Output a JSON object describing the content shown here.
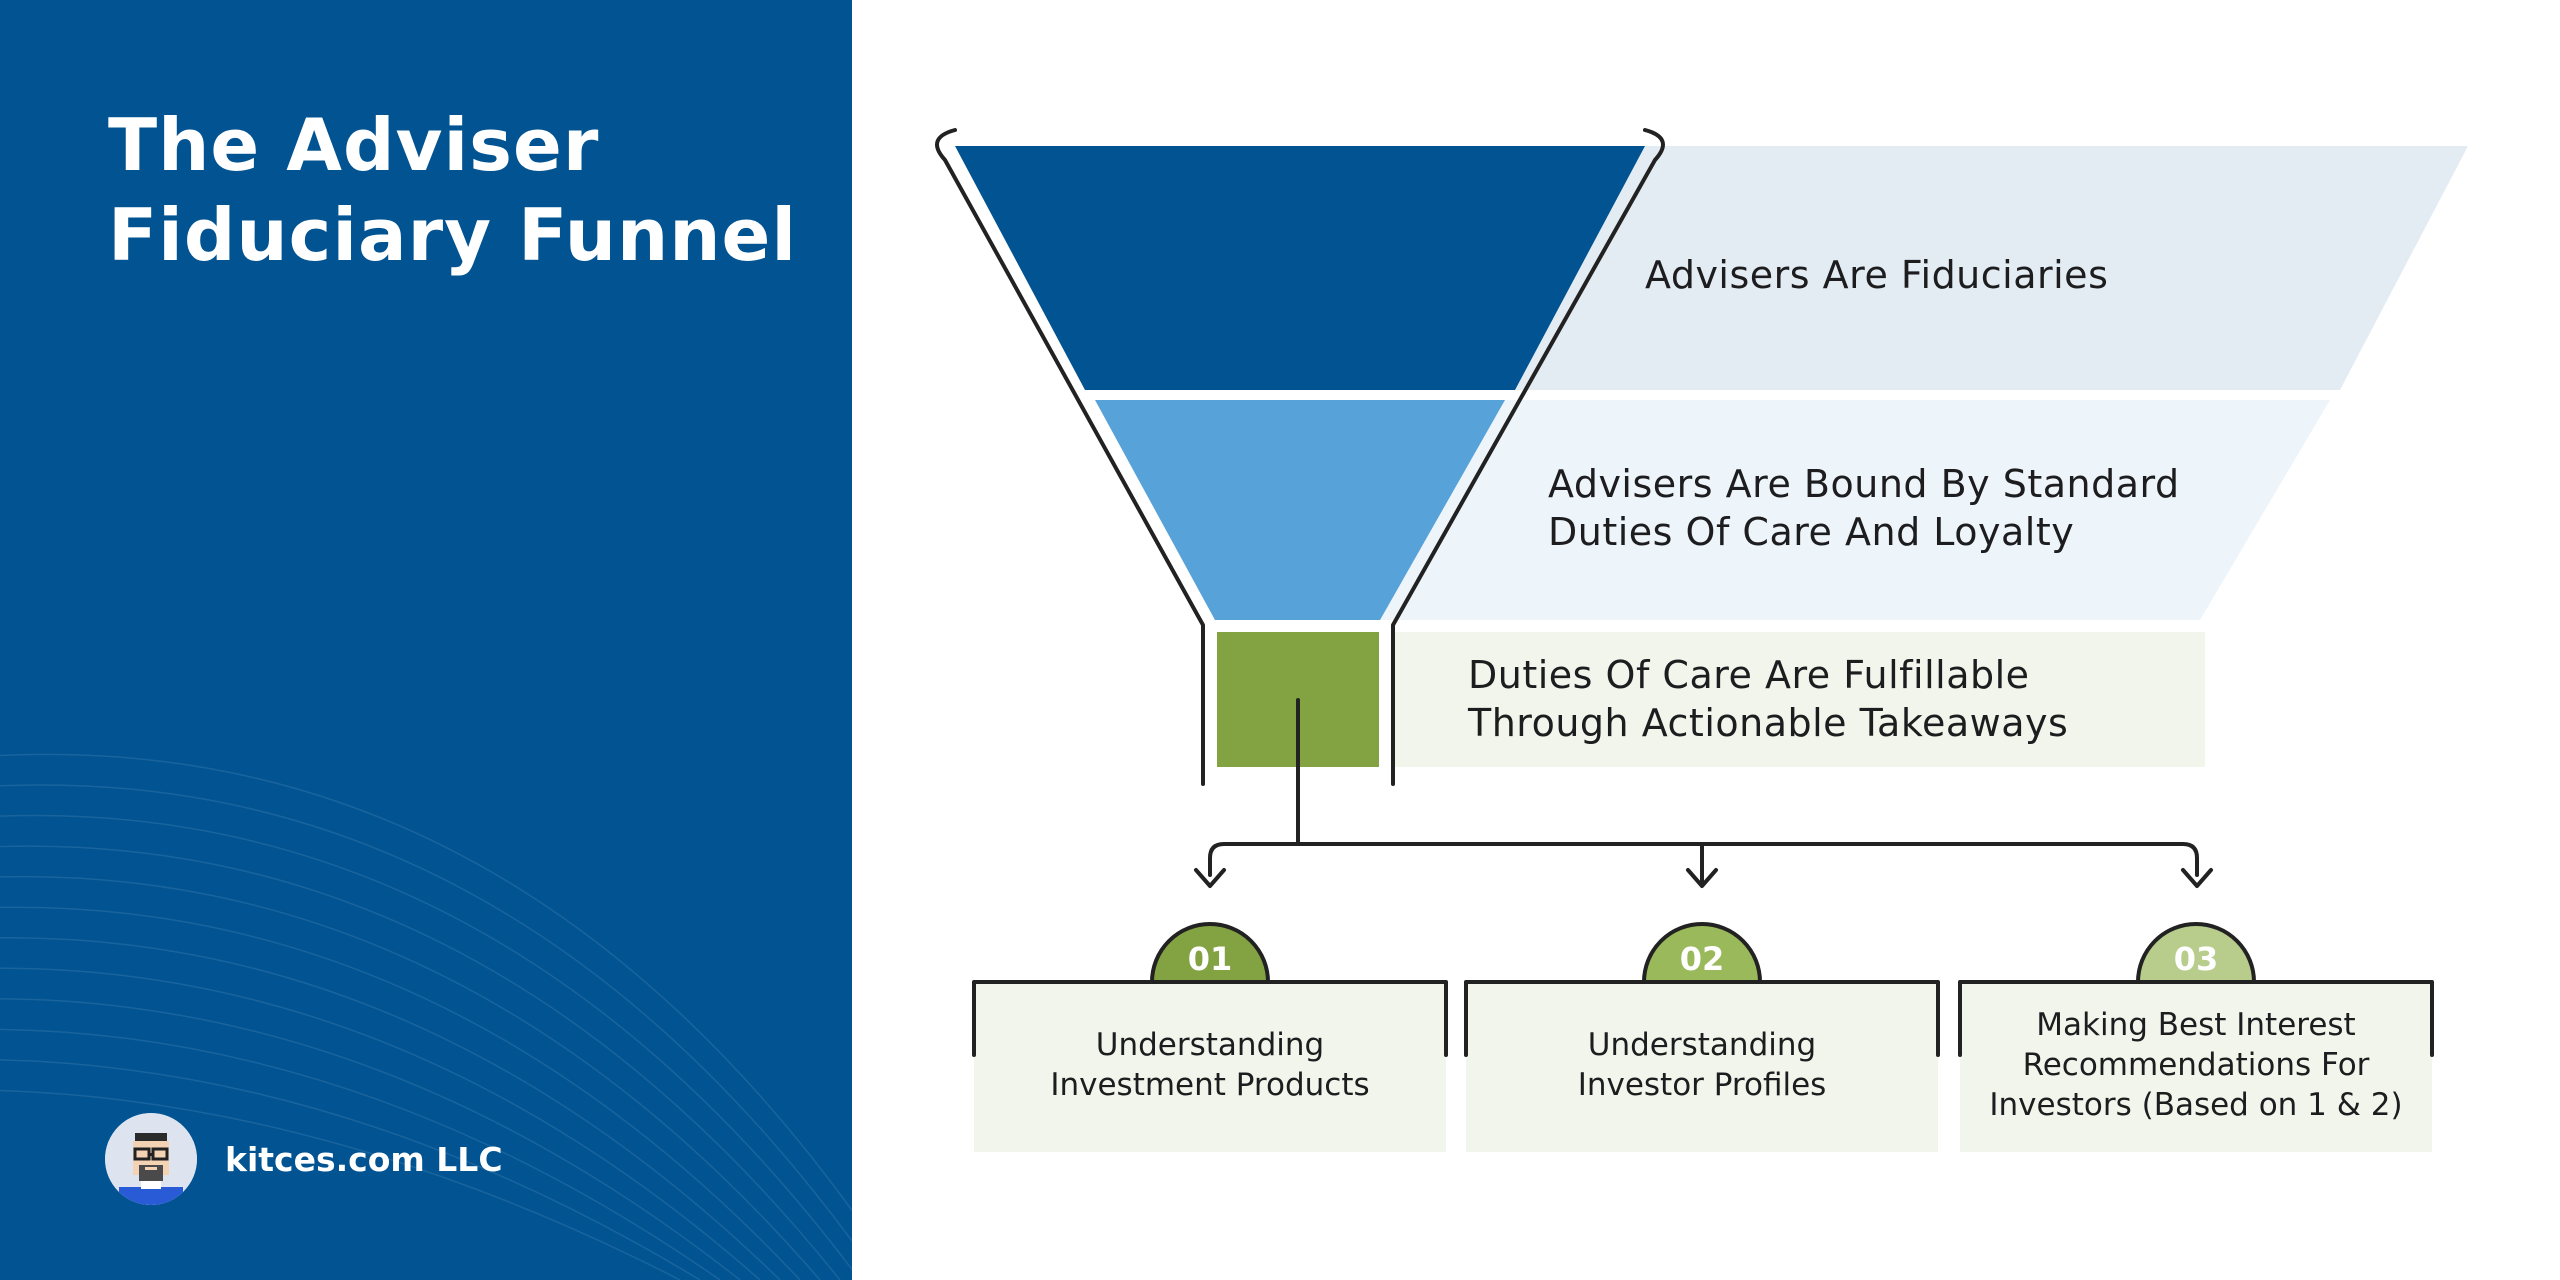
{
  "title": {
    "line1": "The Adviser",
    "line2": "Fiduciary Funnel"
  },
  "brand": {
    "name": "kitces.com LLC",
    "avatar_icon": "pixel-avatar-icon"
  },
  "colors": {
    "left_panel": "#015392",
    "stage1": "#015392",
    "stage2": "#56a2d9",
    "stage3": "#83a343",
    "step1_badge": "#83a343",
    "step2_badge": "#9ab95b",
    "step3_badge": "#b8cd8c",
    "box_fill": "#f2f5ec",
    "line": "#222222"
  },
  "funnel": {
    "stages": [
      {
        "line1": "Advisers Are Fiduciaries",
        "line2": ""
      },
      {
        "line1": "Advisers Are Bound By Standard",
        "line2": "Duties Of Care And Loyalty"
      },
      {
        "line1": "Duties Of Care Are Fulfillable",
        "line2": "Through Actionable Takeaways"
      }
    ]
  },
  "steps": [
    {
      "number": "01",
      "line1": "Understanding",
      "line2": "Investment Products",
      "line3": ""
    },
    {
      "number": "02",
      "line1": "Understanding",
      "line2": "Investor Profiles",
      "line3": ""
    },
    {
      "number": "03",
      "line1": "Making Best Interest",
      "line2": "Recommendations For",
      "line3": "Investors (Based on 1 & 2)"
    }
  ]
}
